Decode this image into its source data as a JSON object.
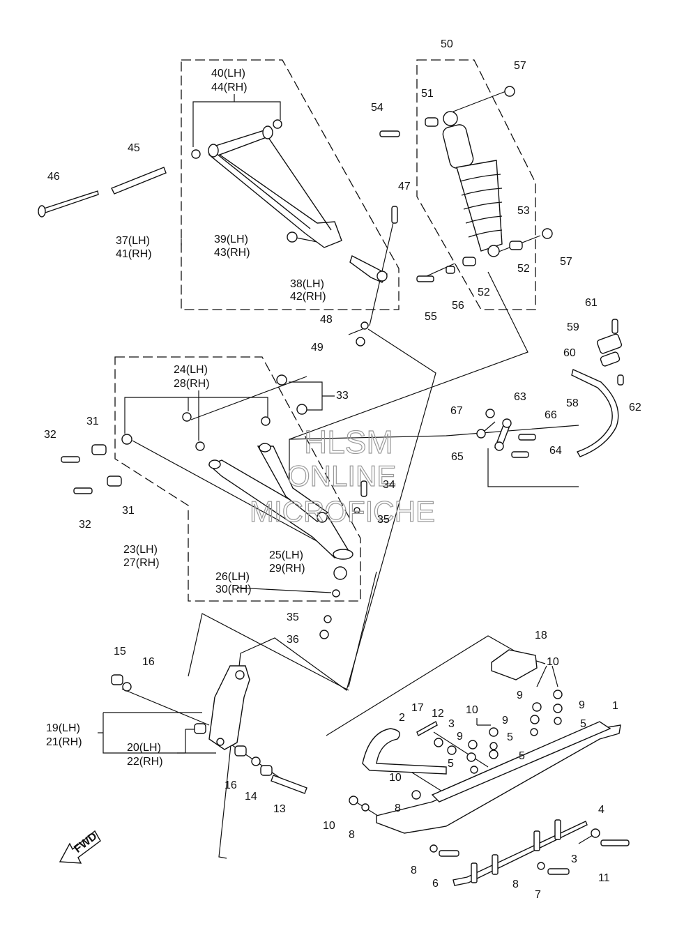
{
  "watermark": {
    "line1": "HLSM",
    "line2": "ONLINE",
    "line3": "MICROFICHE"
  },
  "fwd_label": "FWD",
  "callouts": {
    "c1": "1",
    "c2": "2",
    "c3a": "3",
    "c3b": "3",
    "c4": "4",
    "c5a": "5",
    "c5b": "5",
    "c5c": "5",
    "c5d": "5",
    "c6": "6",
    "c7": "7",
    "c8a": "8",
    "c8b": "8",
    "c8c": "8",
    "c8d": "8",
    "c9a": "9",
    "c9b": "9",
    "c9c": "9",
    "c9d": "9",
    "c10a": "10",
    "c10b": "10",
    "c10c": "10",
    "c10d": "10",
    "c11": "11",
    "c12": "12",
    "c13": "13",
    "c14": "14",
    "c15": "15",
    "c16a": "16",
    "c16b": "16",
    "c17": "17",
    "c18": "18",
    "c19": "19(LH)",
    "c21": "21(RH)",
    "c20": "20(LH)",
    "c22": "22(RH)",
    "c23": "23(LH)",
    "c27": "27(RH)",
    "c24": "24(LH)",
    "c28": "28(RH)",
    "c25": "25(LH)",
    "c29": "29(RH)",
    "c26": "26(LH)",
    "c30": "30(RH)",
    "c31a": "31",
    "c31b": "31",
    "c32a": "32",
    "c32b": "32",
    "c33": "33",
    "c34": "34",
    "c35a": "35",
    "c35b": "35",
    "c36": "36",
    "c37": "37(LH)",
    "c41": "41(RH)",
    "c38": "38(LH)",
    "c42": "42(RH)",
    "c39": "39(LH)",
    "c43": "43(RH)",
    "c40": "40(LH)",
    "c44": "44(RH)",
    "c45": "45",
    "c46": "46",
    "c47": "47",
    "c48": "48",
    "c49": "49",
    "c50": "50",
    "c51": "51",
    "c52a": "52",
    "c52b": "52",
    "c53": "53",
    "c54": "54",
    "c55": "55",
    "c56": "56",
    "c57a": "57",
    "c57b": "57",
    "c58": "58",
    "c59": "59",
    "c60": "60",
    "c61": "61",
    "c62": "62",
    "c63": "63",
    "c64": "64",
    "c65": "65",
    "c66": "66",
    "c67": "67"
  }
}
